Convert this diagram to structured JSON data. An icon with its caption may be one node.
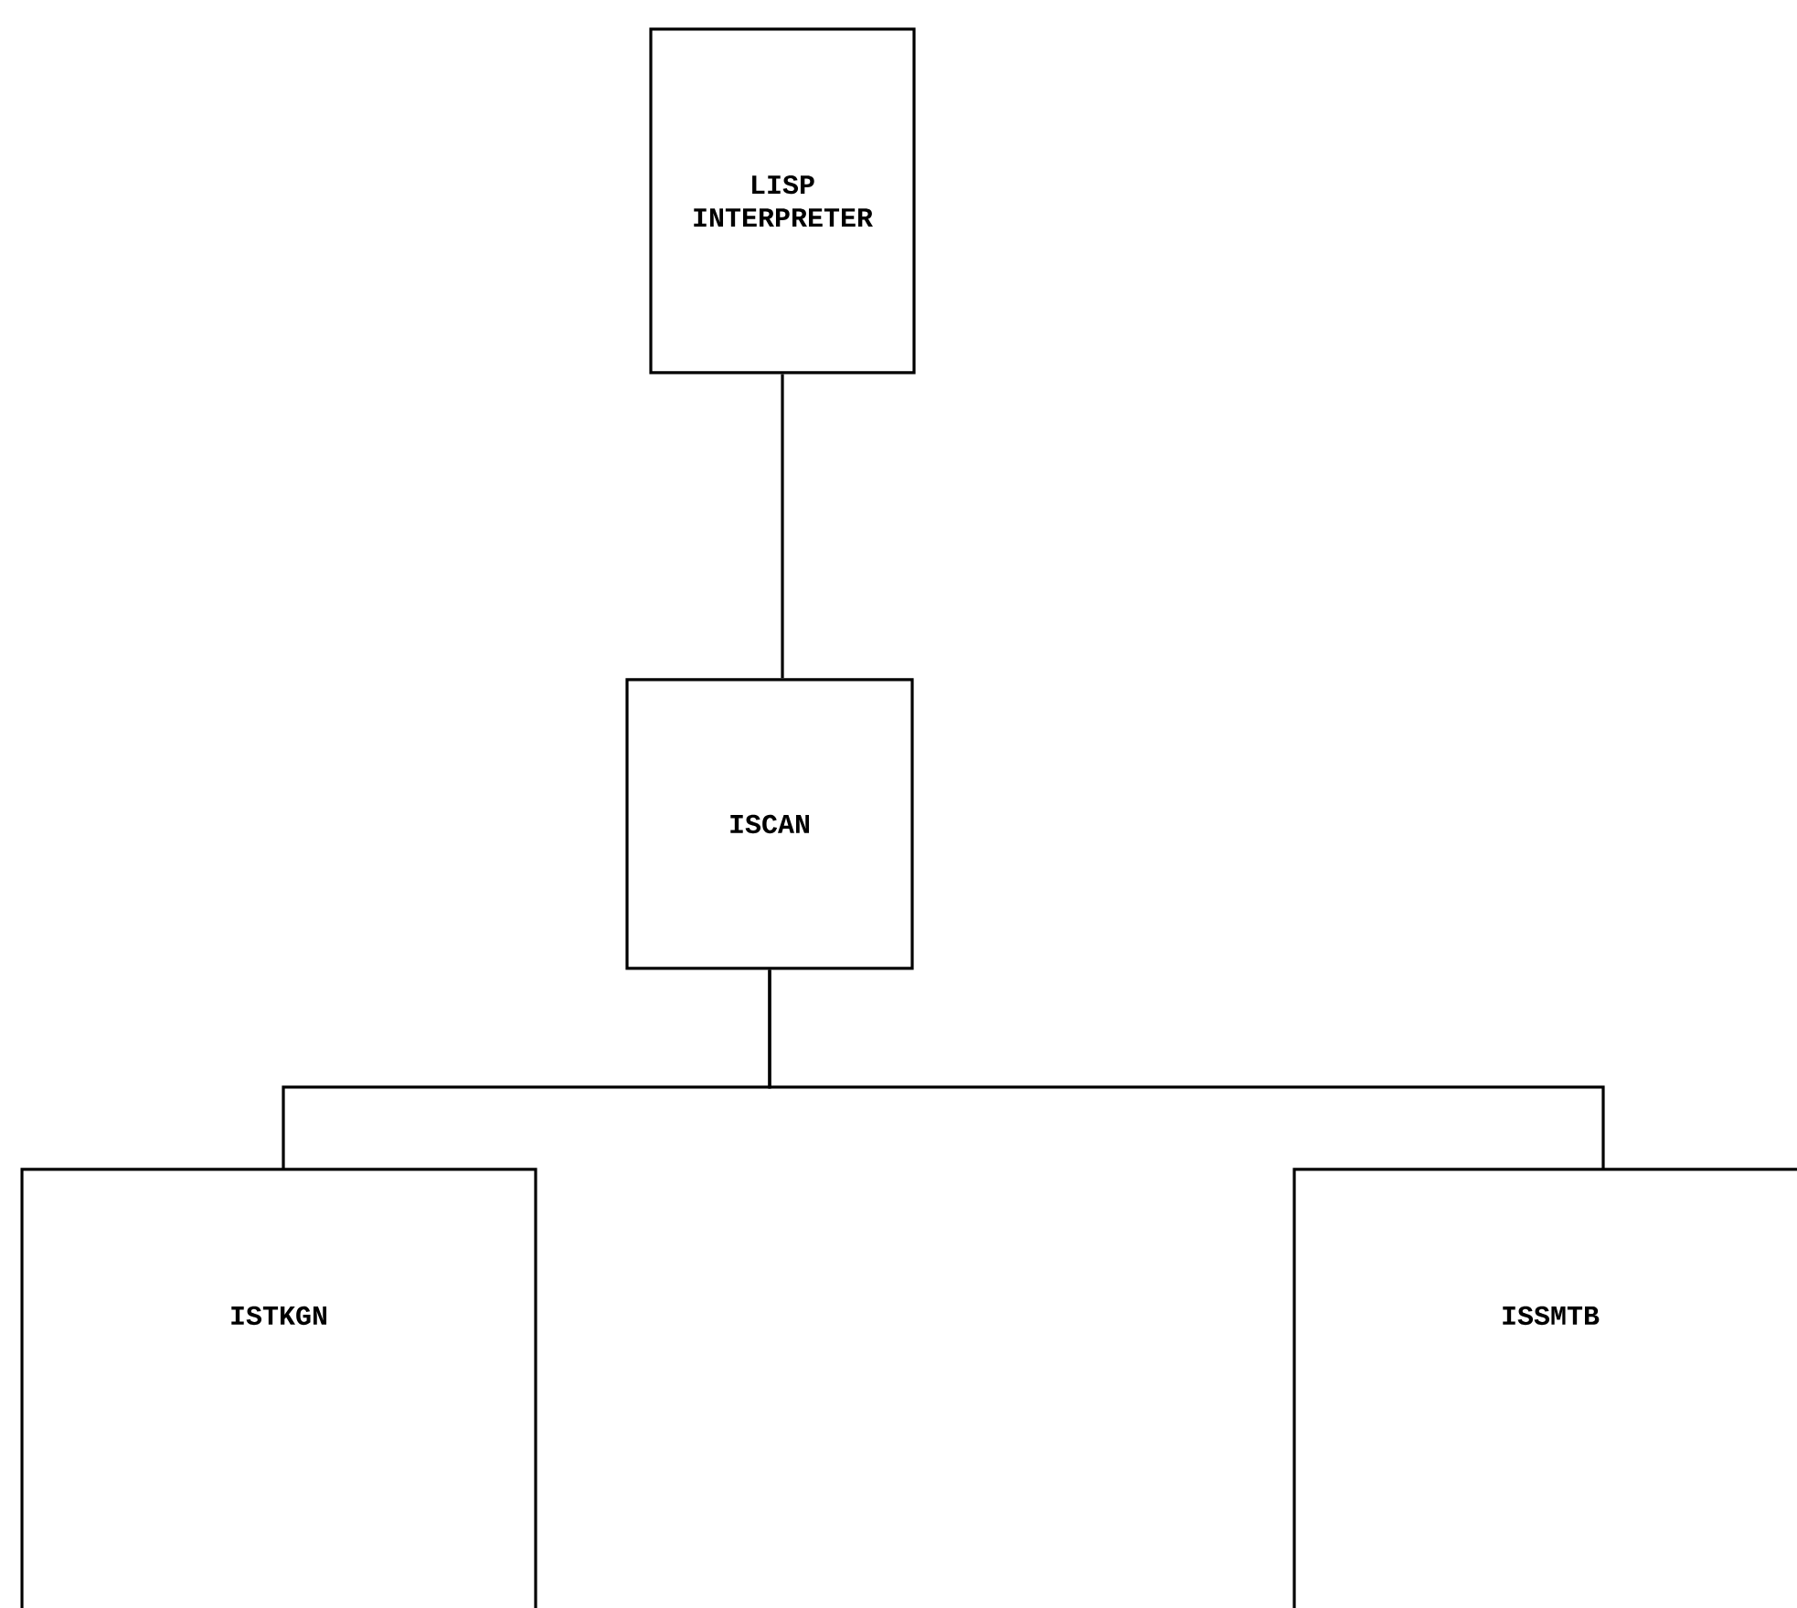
{
  "diagram": {
    "nodes": [
      {
        "text": [
          "LISP INTERPRETER"
        ]
      },
      {
        "text": [
          "ISCAN"
        ]
      },
      {
        "text": [
          "ISTKGN"
        ]
      },
      {
        "text": [
          "ISSMTB"
        ]
      }
    ],
    "edges": [
      {
        "from": 0,
        "to": 1,
        "arrow": "none"
      },
      {
        "from": 1,
        "to": 2,
        "arrow": "none"
      },
      {
        "from": 1,
        "to": 3,
        "arrow": "none"
      }
    ]
  }
}
